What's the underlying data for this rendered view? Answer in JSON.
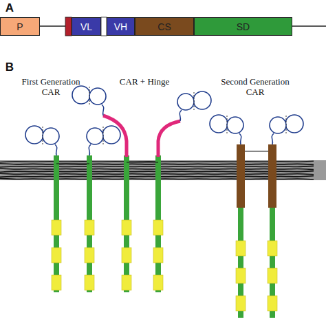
{
  "diagram": {
    "nodes": [
      {
        "text": [
          "P"
        ]
      },
      {
        "text": [
          "VL"
        ]
      },
      {
        "text": [
          "VH"
        ]
      },
      {
        "text": [
          "CS"
        ]
      },
      {
        "text": [
          "SD"
        ]
      }
    ],
    "labels": [
      "A",
      "B",
      "First Generation CAR",
      "CAR + Hinge",
      "Second Generation CAR"
    ]
  }
}
